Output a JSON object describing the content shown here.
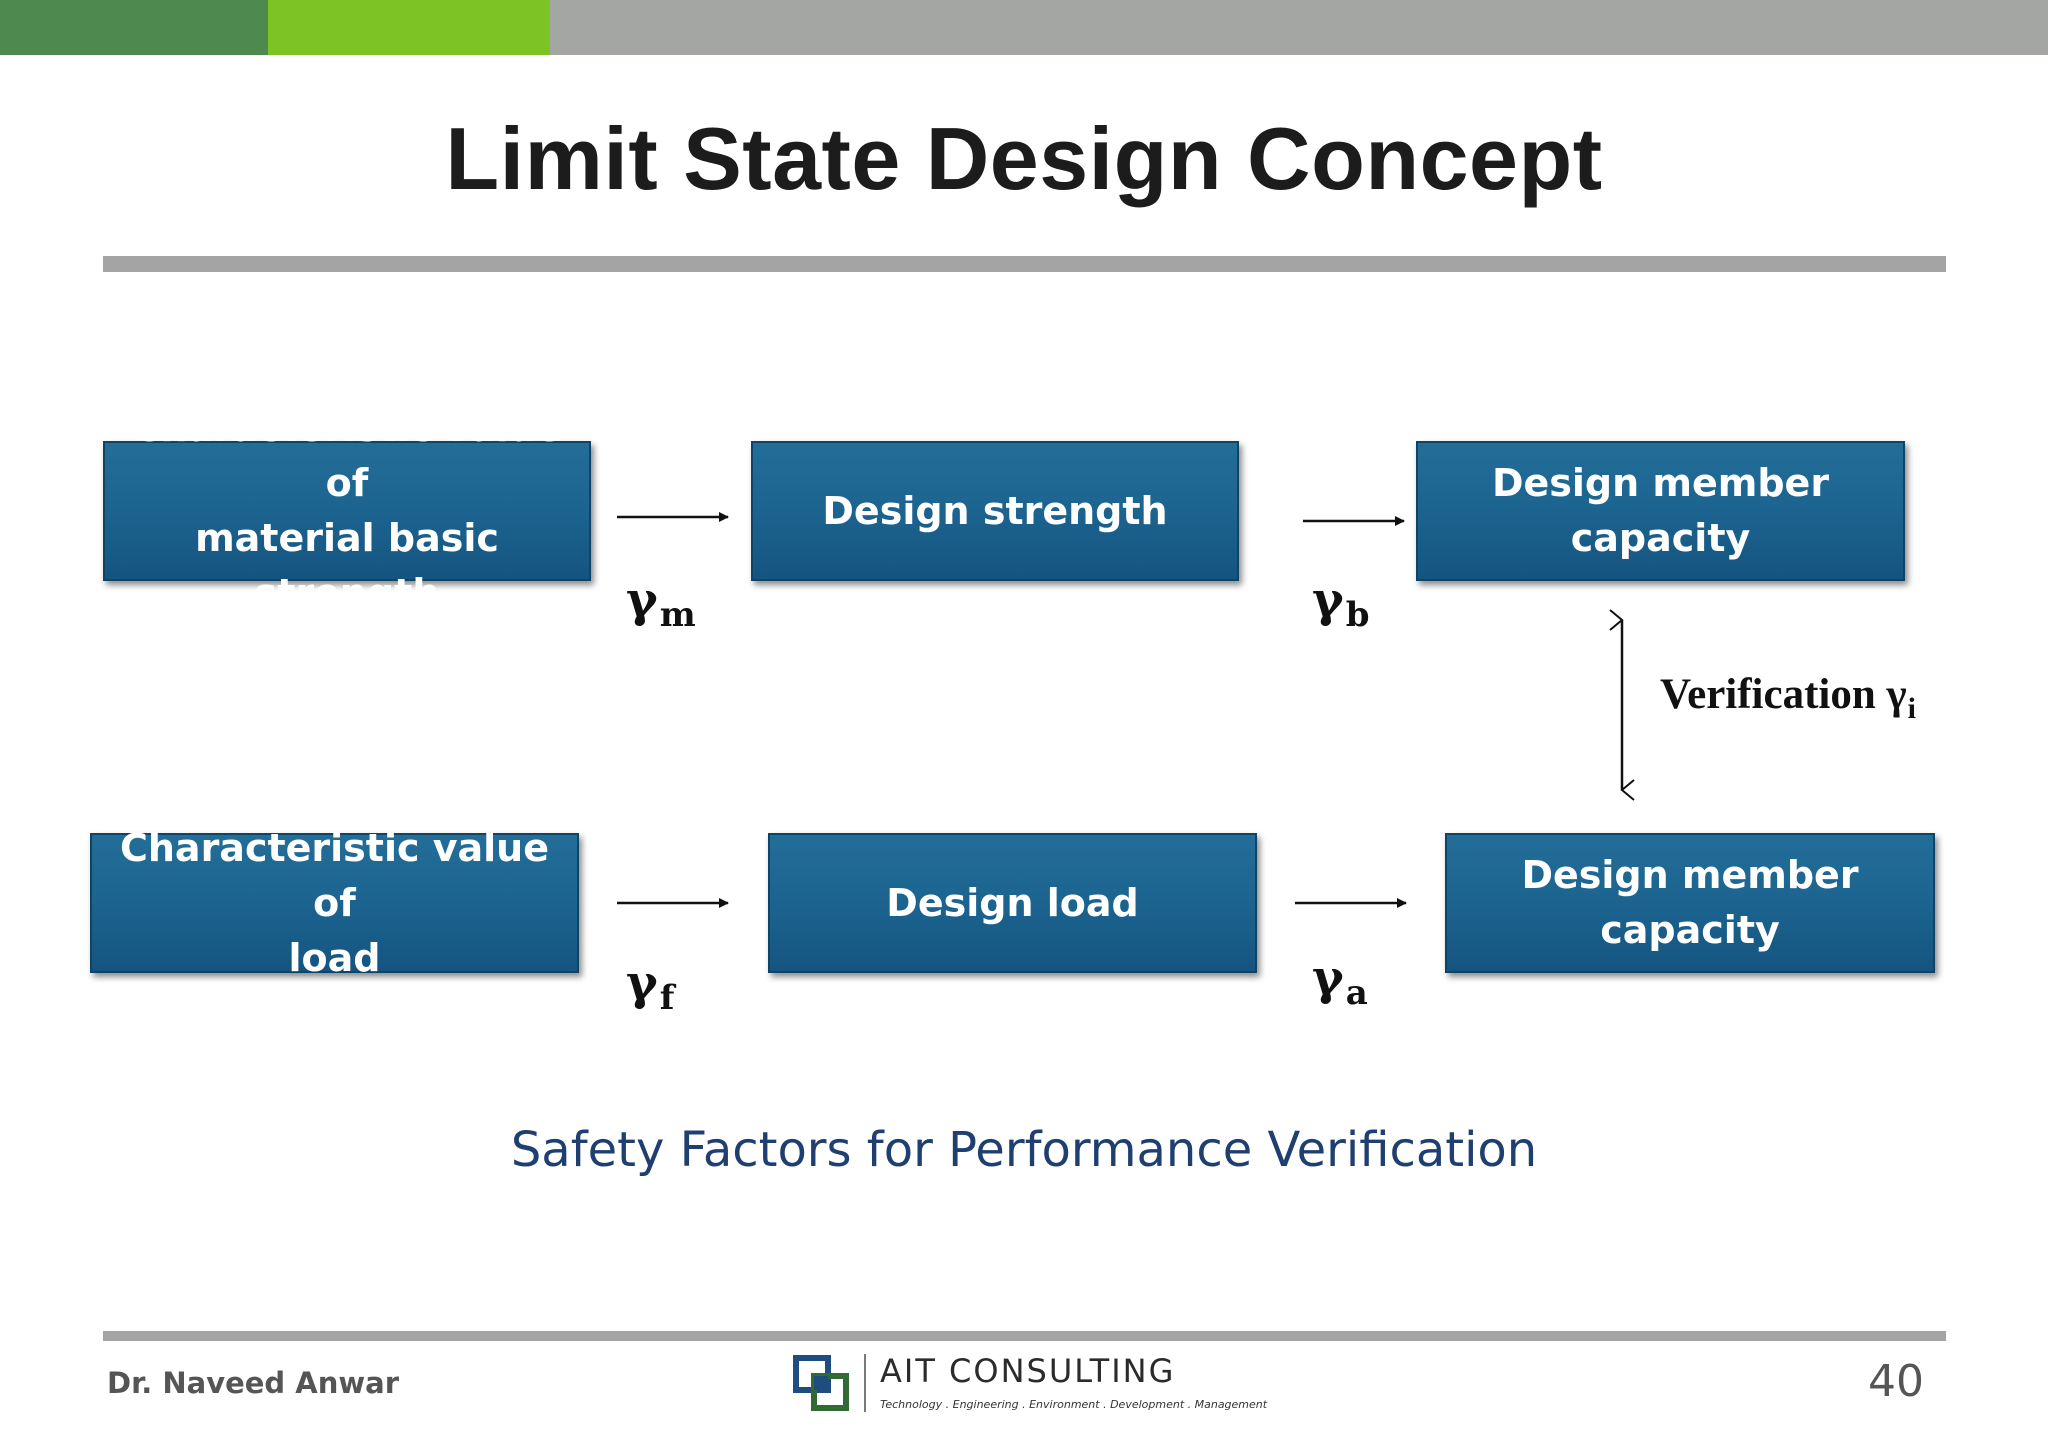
{
  "slide": {
    "title": "Limit State Design Concept",
    "caption": "Safety Factors for Performance Verification",
    "author": "Dr. Naveed Anwar",
    "page_number": "40"
  },
  "colors": {
    "top_bar": [
      "#4e8a4f",
      "#7cc423",
      "#a4a6a4"
    ],
    "box_fill": "#1d6591",
    "caption_text": "#1f3f70"
  },
  "diagram": {
    "row_strength": {
      "box1": [
        "Characteristic value of",
        "material basic strength"
      ],
      "box2": [
        "Design strength"
      ],
      "box3": [
        "Design member",
        "capacity"
      ],
      "factor1": {
        "symbol": "γ",
        "sub": "m"
      },
      "factor2": {
        "symbol": "γ",
        "sub": "b"
      }
    },
    "row_load": {
      "box1": [
        "Characteristic value of",
        "load"
      ],
      "box2": [
        "Design load"
      ],
      "box3": [
        "Design member",
        "capacity"
      ],
      "factor1": {
        "symbol": "γ",
        "sub": "f"
      },
      "factor2": {
        "symbol": "γ",
        "sub": "a"
      }
    },
    "verification": {
      "label": "Verification",
      "symbol": "γ",
      "sub": "i"
    }
  },
  "logo": {
    "name": "AIT CONSULTING",
    "tagline": "Technology . Engineering . Environment . Development . Management",
    "icon": "interlocking-squares-icon"
  }
}
